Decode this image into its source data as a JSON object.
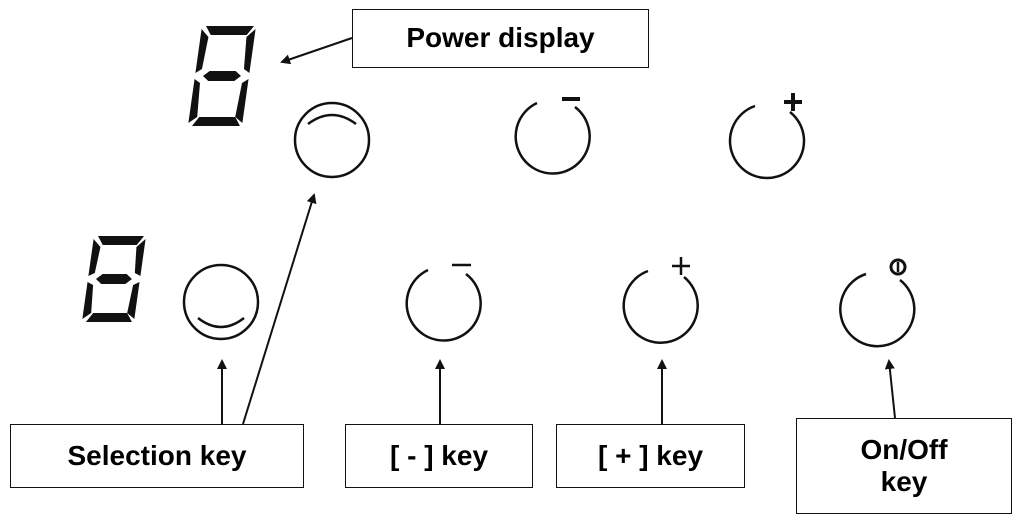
{
  "labels": {
    "power_display": "Power display",
    "selection_key": "Selection key",
    "minus_key": "[ - ] key",
    "plus_key": "[ + ] key",
    "on_off_key": "On/Off\nkey"
  },
  "displays": {
    "top_digit": "8",
    "bottom_digit": "8"
  },
  "colors": {
    "ink": "#111111",
    "background": "#ffffff"
  }
}
